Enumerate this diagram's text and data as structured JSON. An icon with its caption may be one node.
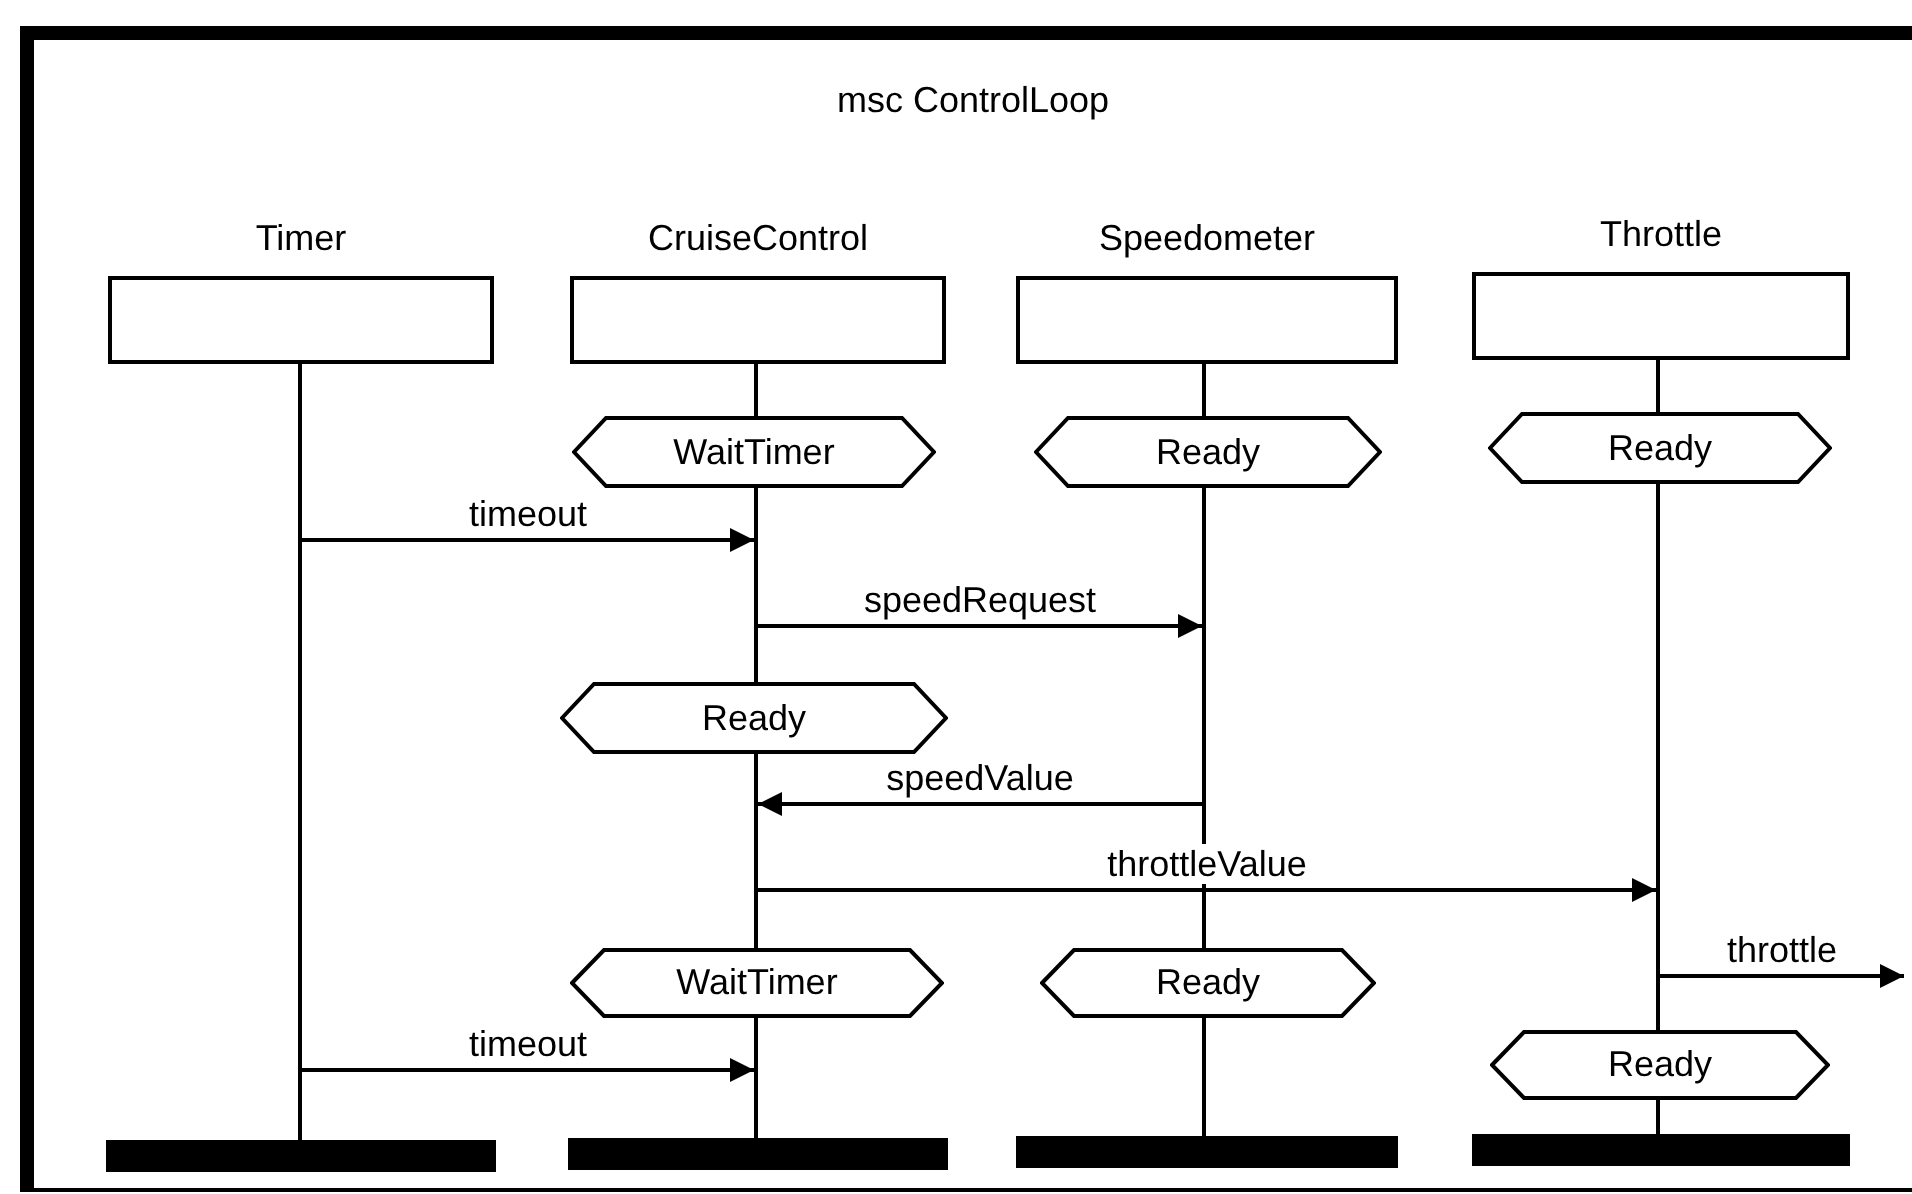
{
  "diagram": {
    "nodes": [
      {
        "text": [
          "msc ControlLoop"
        ]
      },
      {
        "text": [
          "Timer"
        ],
        "in": 0
      },
      {
        "text": [
          "CruiseControl"
        ],
        "in": 0
      },
      {
        "text": [
          "Speedometer"
        ],
        "in": 0
      },
      {
        "text": [
          "Throttle"
        ],
        "in": 0
      },
      {
        "text": [
          "WaitTimer"
        ],
        "in": 0
      },
      {
        "text": [
          "Ready"
        ],
        "in": 0
      },
      {
        "text": [
          "Ready"
        ],
        "in": 0
      },
      {
        "text": [
          "Ready"
        ],
        "in": 0
      },
      {
        "text": [
          "WaitTimer"
        ],
        "in": 0
      },
      {
        "text": [
          "Ready"
        ],
        "in": 0
      },
      {
        "text": [
          "Ready"
        ],
        "in": 0
      },
      {
        "text": [],
        "shape": "line",
        "in": 0
      },
      {
        "text": [],
        "shape": "line",
        "in": 0
      },
      {
        "text": [],
        "shape": "line",
        "in": 0
      },
      {
        "text": [],
        "shape": "line",
        "in": 0
      },
      {
        "text": [],
        "shape": "line",
        "in": 0
      },
      {
        "text": [],
        "shape": "line",
        "in": 0
      },
      {
        "text": [],
        "shape": "line",
        "in": 0
      },
      {
        "text": [],
        "shape": "line",
        "in": 0
      },
      {
        "text": [],
        "shape": "line",
        "in": 0
      },
      {
        "text": [],
        "shape": "line",
        "in": 0
      },
      {
        "text": [],
        "shape": "line",
        "in": 0
      },
      {
        "text": [],
        "shape": "bar",
        "in": 0
      },
      {
        "text": [],
        "shape": "bar",
        "in": 0
      },
      {
        "text": [],
        "shape": "bar",
        "in": 0
      },
      {
        "text": [],
        "shape": "bar",
        "in": 0
      }
    ],
    "edges": [
      {
        "from": 12,
        "to": 14,
        "label": "timeout",
        "arrow": "to"
      },
      {
        "from": 14,
        "to": 18,
        "label": "speedRequest",
        "arrow": "to"
      },
      {
        "from": 18,
        "to": 15,
        "label": "speedValue",
        "arrow": "to"
      },
      {
        "from": 15,
        "to": 21,
        "label": "throttleValue",
        "arrow": "to"
      },
      {
        "from": 21,
        "to": null,
        "label": "throttle",
        "arrow": "to"
      },
      {
        "from": 12,
        "to": 16,
        "label": "timeout",
        "arrow": "to"
      }
    ]
  }
}
